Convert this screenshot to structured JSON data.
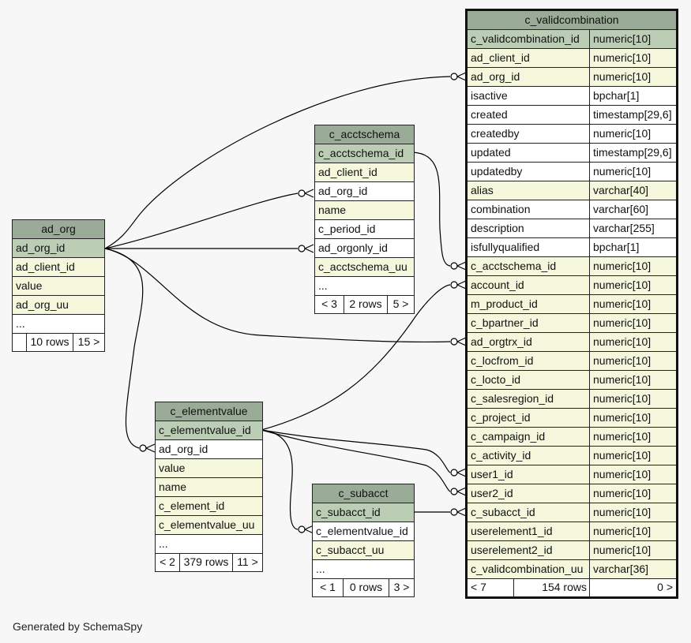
{
  "tables": {
    "ad_org": {
      "title": "ad_org",
      "columns": [
        {
          "name": "ad_org_id",
          "kind": "pk"
        },
        {
          "name": "ad_client_id",
          "kind": "fk"
        },
        {
          "name": "value",
          "kind": "fk"
        },
        {
          "name": "ad_org_uu",
          "kind": "fk"
        },
        {
          "name": "...",
          "kind": "plain"
        }
      ],
      "footer": [
        "",
        "10 rows",
        "15 >"
      ]
    },
    "c_acctschema": {
      "title": "c_acctschema",
      "columns": [
        {
          "name": "c_acctschema_id",
          "kind": "pk"
        },
        {
          "name": "ad_client_id",
          "kind": "fk"
        },
        {
          "name": "ad_org_id",
          "kind": "plain"
        },
        {
          "name": "name",
          "kind": "fk"
        },
        {
          "name": "c_period_id",
          "kind": "plain"
        },
        {
          "name": "ad_orgonly_id",
          "kind": "plain"
        },
        {
          "name": "c_acctschema_uu",
          "kind": "fk"
        },
        {
          "name": "...",
          "kind": "plain"
        }
      ],
      "footer": [
        "< 3",
        "2 rows",
        "5 >"
      ]
    },
    "c_elementvalue": {
      "title": "c_elementvalue",
      "columns": [
        {
          "name": "c_elementvalue_id",
          "kind": "pk"
        },
        {
          "name": "ad_org_id",
          "kind": "plain"
        },
        {
          "name": "value",
          "kind": "fk"
        },
        {
          "name": "name",
          "kind": "fk"
        },
        {
          "name": "c_element_id",
          "kind": "fk"
        },
        {
          "name": "c_elementvalue_uu",
          "kind": "fk"
        },
        {
          "name": "...",
          "kind": "plain"
        }
      ],
      "footer": [
        "< 2",
        "379 rows",
        "11 >"
      ]
    },
    "c_subacct": {
      "title": "c_subacct",
      "columns": [
        {
          "name": "c_subacct_id",
          "kind": "pk"
        },
        {
          "name": "c_elementvalue_id",
          "kind": "plain"
        },
        {
          "name": "c_subacct_uu",
          "kind": "fk"
        },
        {
          "name": "...",
          "kind": "plain"
        }
      ],
      "footer": [
        "< 1",
        "0 rows",
        "3 >"
      ]
    },
    "c_validcombination": {
      "title": "c_validcombination",
      "columns": [
        {
          "name": "c_validcombination_id",
          "type": "numeric[10]",
          "kind": "pk"
        },
        {
          "name": "ad_client_id",
          "type": "numeric[10]",
          "kind": "fk"
        },
        {
          "name": "ad_org_id",
          "type": "numeric[10]",
          "kind": "fk"
        },
        {
          "name": "isactive",
          "type": "bpchar[1]",
          "kind": "plain"
        },
        {
          "name": "created",
          "type": "timestamp[29,6]",
          "kind": "plain"
        },
        {
          "name": "createdby",
          "type": "numeric[10]",
          "kind": "plain"
        },
        {
          "name": "updated",
          "type": "timestamp[29,6]",
          "kind": "plain"
        },
        {
          "name": "updatedby",
          "type": "numeric[10]",
          "kind": "plain"
        },
        {
          "name": "alias",
          "type": "varchar[40]",
          "kind": "fk"
        },
        {
          "name": "combination",
          "type": "varchar[60]",
          "kind": "plain"
        },
        {
          "name": "description",
          "type": "varchar[255]",
          "kind": "plain"
        },
        {
          "name": "isfullyqualified",
          "type": "bpchar[1]",
          "kind": "plain"
        },
        {
          "name": "c_acctschema_id",
          "type": "numeric[10]",
          "kind": "fk"
        },
        {
          "name": "account_id",
          "type": "numeric[10]",
          "kind": "fk"
        },
        {
          "name": "m_product_id",
          "type": "numeric[10]",
          "kind": "fk"
        },
        {
          "name": "c_bpartner_id",
          "type": "numeric[10]",
          "kind": "fk"
        },
        {
          "name": "ad_orgtrx_id",
          "type": "numeric[10]",
          "kind": "fk"
        },
        {
          "name": "c_locfrom_id",
          "type": "numeric[10]",
          "kind": "fk"
        },
        {
          "name": "c_locto_id",
          "type": "numeric[10]",
          "kind": "fk"
        },
        {
          "name": "c_salesregion_id",
          "type": "numeric[10]",
          "kind": "fk"
        },
        {
          "name": "c_project_id",
          "type": "numeric[10]",
          "kind": "fk"
        },
        {
          "name": "c_campaign_id",
          "type": "numeric[10]",
          "kind": "fk"
        },
        {
          "name": "c_activity_id",
          "type": "numeric[10]",
          "kind": "fk"
        },
        {
          "name": "user1_id",
          "type": "numeric[10]",
          "kind": "fk"
        },
        {
          "name": "user2_id",
          "type": "numeric[10]",
          "kind": "fk"
        },
        {
          "name": "c_subacct_id",
          "type": "numeric[10]",
          "kind": "fk"
        },
        {
          "name": "userelement1_id",
          "type": "numeric[10]",
          "kind": "fk"
        },
        {
          "name": "userelement2_id",
          "type": "numeric[10]",
          "kind": "fk"
        },
        {
          "name": "c_validcombination_uu",
          "type": "varchar[36]",
          "kind": "fk"
        }
      ],
      "footer": [
        "< 7",
        "154 rows",
        "0 >"
      ]
    }
  },
  "colors": {
    "header_bg": "#9aab98",
    "pk_bg": "#bccdb6",
    "fk_bg": "#f4f7dc",
    "page_bg": "#f7f7f7"
  },
  "footer_note": "Generated by SchemaSpy"
}
